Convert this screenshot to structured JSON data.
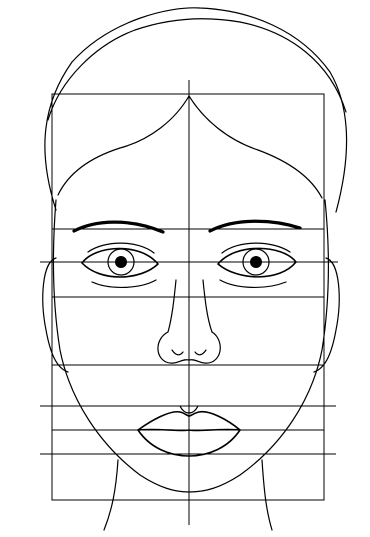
{
  "diagram": {
    "colors": {
      "line": "#000000",
      "background": "#ffffff"
    },
    "guides": {
      "grid_box": true,
      "center_line": true,
      "horizontal_line_count": 7
    },
    "features": [
      "hair",
      "face-outline",
      "brows",
      "eyes",
      "nose",
      "lips",
      "neck"
    ]
  }
}
